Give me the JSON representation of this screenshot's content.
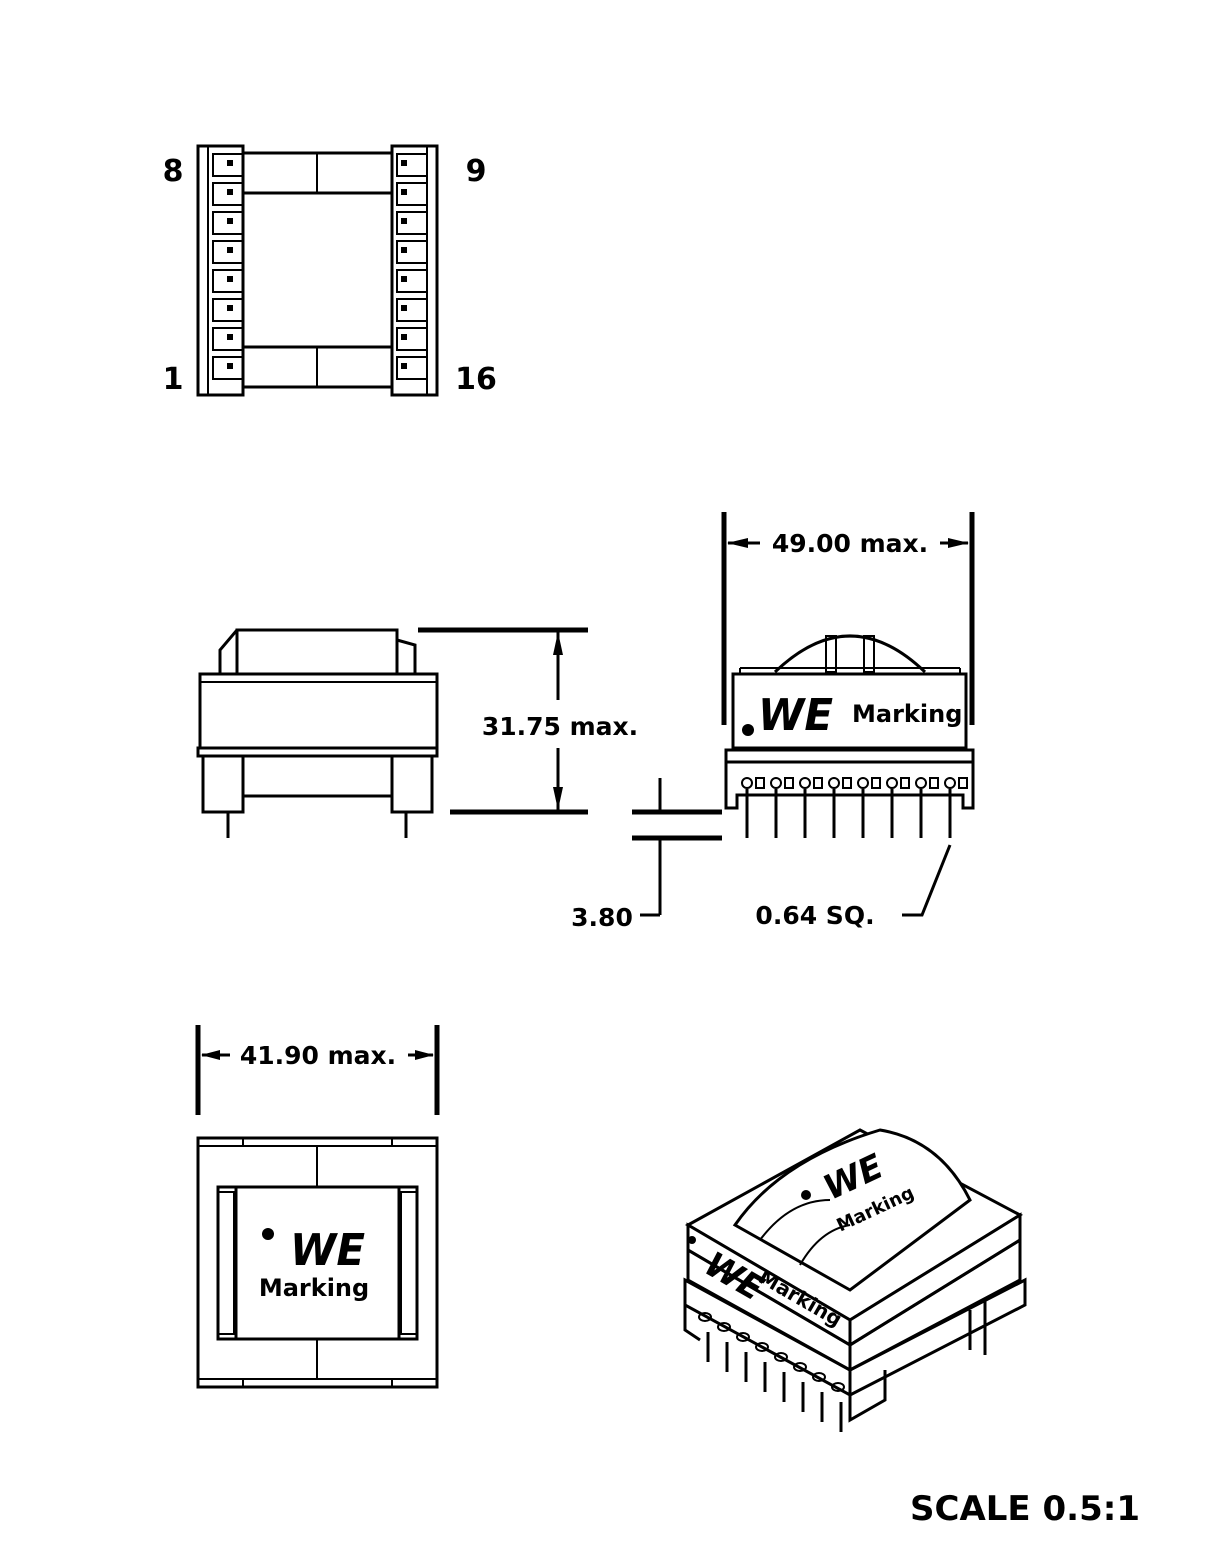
{
  "top_view": {
    "pin_labels": {
      "top_left": "8",
      "top_right": "9",
      "bottom_left": "1",
      "bottom_right": "16"
    }
  },
  "side_view": {
    "height_dim": "31.75  max."
  },
  "front_view": {
    "width_dim": "49.00  max.",
    "standoff_dim": "3.80",
    "pin_dim": "0.64  SQ.",
    "logo": "WE",
    "marking": "Marking"
  },
  "bottom_view": {
    "width_dim": "41.90  max.",
    "logo": "WE",
    "marking": "Marking"
  },
  "iso_view": {
    "logo": "WE",
    "marking": "Marking"
  },
  "scale_label": "SCALE  0.5:1",
  "colors": {
    "ink": "#000000",
    "paper": "#ffffff"
  }
}
